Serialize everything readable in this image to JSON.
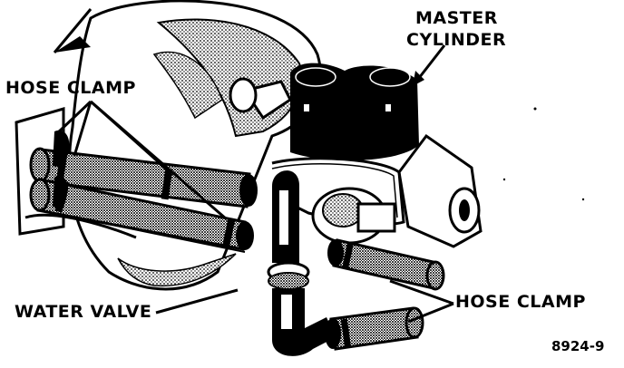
{
  "labels": {
    "master_cylinder_line1": "MASTER",
    "master_cylinder_line2": "CYLINDER",
    "hose_clamp_left": "HOSE CLAMP",
    "water_valve": "WATER VALVE",
    "hose_clamp_right": "HOSE CLAMP",
    "figure_number": "8924-9"
  },
  "colors": {
    "ink": "#000000",
    "paper": "#ffffff"
  }
}
